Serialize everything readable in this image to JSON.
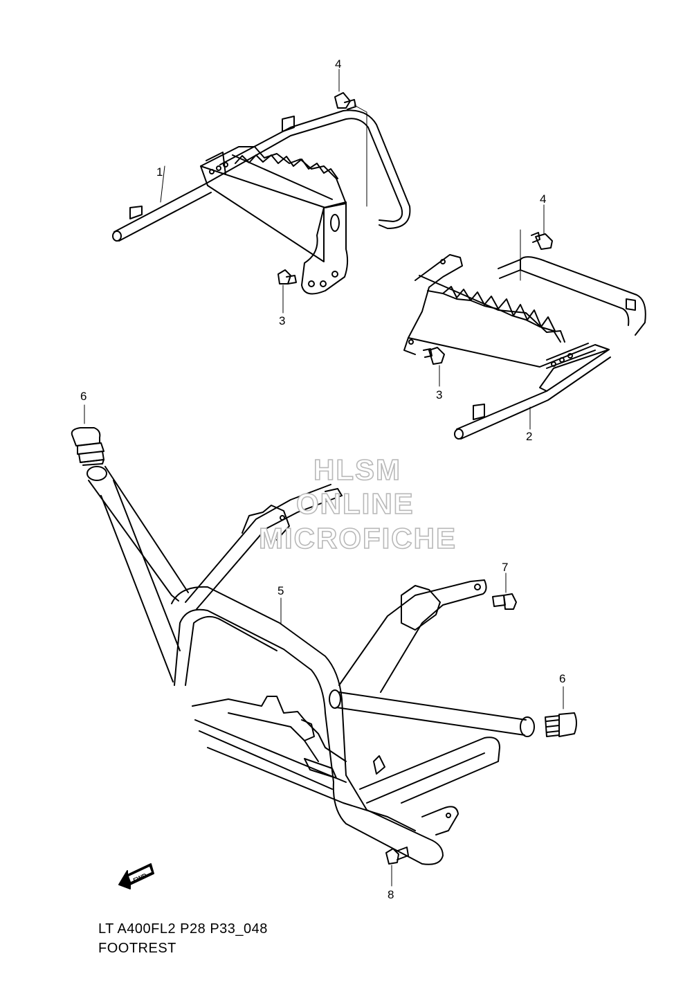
{
  "diagram": {
    "parts": [
      {
        "id": "1",
        "label": "1"
      },
      {
        "id": "2",
        "label": "2"
      },
      {
        "id": "3a",
        "label": "3"
      },
      {
        "id": "3b",
        "label": "3"
      },
      {
        "id": "4a",
        "label": "4"
      },
      {
        "id": "4b",
        "label": "4"
      },
      {
        "id": "5",
        "label": "5"
      },
      {
        "id": "6a",
        "label": "6"
      },
      {
        "id": "6b",
        "label": "6"
      },
      {
        "id": "7",
        "label": "7"
      },
      {
        "id": "8",
        "label": "8"
      }
    ],
    "watermark": {
      "line1": "HLSM",
      "line2": "ONLINE",
      "line3": "MICROFICHE"
    },
    "fwd_label": "FWD",
    "caption": {
      "code": "LT A400FL2 P28 P33_048",
      "title": "FOOTREST"
    },
    "colors": {
      "line": "#000000",
      "watermark": "#b8b8b8",
      "background": "#ffffff"
    }
  }
}
